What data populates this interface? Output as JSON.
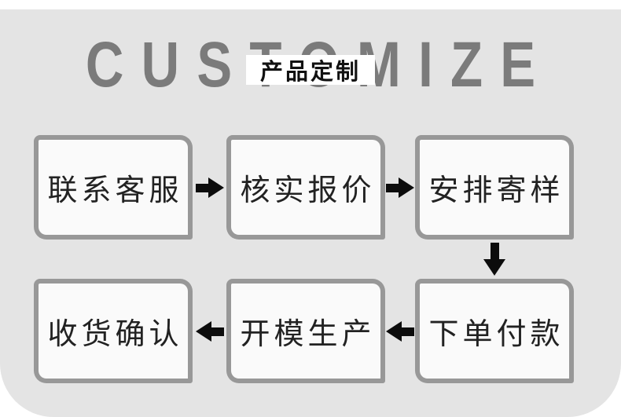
{
  "header": {
    "watermark": "CUSTOMIZE",
    "badge": "产品定制"
  },
  "flowchart": {
    "top_row": [
      {
        "label": "联系客服"
      },
      {
        "label": "核实报价"
      },
      {
        "label": "安排寄样"
      }
    ],
    "bottom_row": [
      {
        "label": "收货确认"
      },
      {
        "label": "开模生产"
      },
      {
        "label": "下单付款"
      }
    ],
    "arrows": [
      {
        "from": "联系客服",
        "to": "核实报价",
        "direction": "right"
      },
      {
        "from": "核实报价",
        "to": "安排寄样",
        "direction": "right"
      },
      {
        "from": "安排寄样",
        "to": "下单付款",
        "direction": "down"
      },
      {
        "from": "下单付款",
        "to": "开模生产",
        "direction": "left"
      },
      {
        "from": "开模生产",
        "to": "收货确认",
        "direction": "left"
      }
    ]
  },
  "colors": {
    "panel_background": "#e4e4e4",
    "box_fill": "#fafafa",
    "box_border": "#989898",
    "arrow": "#0c0c0c",
    "watermark_text": "#7b7b7b",
    "badge_background": "#ffffff",
    "badge_text": "#111111"
  }
}
